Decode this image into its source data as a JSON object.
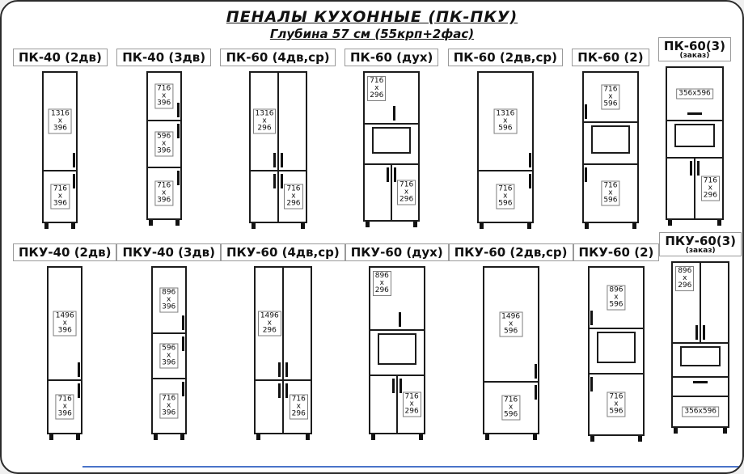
{
  "page": {
    "title": "ПЕНАЛЫ КУХОННЫЕ (ПК-ПКУ)",
    "subtitle": "Глубина 57 см (55крп+2фас)"
  },
  "colors": {
    "outline": "#1c1c1c",
    "label_border": "#9a9a9a",
    "accent_line": "#4a73c9"
  },
  "rows": [
    {
      "cabinets": [
        {
          "label": "ПК-40 (2дв)",
          "sublabel": "",
          "w": 44,
          "sections": [
            {
              "kind": "door",
              "h": 122,
              "dim": [
                "1316",
                "x",
                "396"
              ],
              "dim_pos": "c",
              "handles": [
                "rb"
              ]
            },
            {
              "kind": "door",
              "h": 62,
              "dim": [
                "716",
                "x",
                "396"
              ],
              "dim_pos": "c",
              "handles": [
                "rt"
              ]
            }
          ]
        },
        {
          "label": "ПК-40 (3дв)",
          "sublabel": "",
          "w": 44,
          "sections": [
            {
              "kind": "door",
              "h": 60,
              "dim": [
                "716",
                "x",
                "396"
              ],
              "dim_pos": "c",
              "handles": [
                "rb"
              ]
            },
            {
              "kind": "door",
              "h": 58,
              "dim": [
                "596",
                "x",
                "396"
              ],
              "dim_pos": "c",
              "handles": [
                "rt"
              ]
            },
            {
              "kind": "door",
              "h": 62,
              "dim": [
                "716",
                "x",
                "396"
              ],
              "dim_pos": "c",
              "handles": [
                "rt"
              ]
            }
          ]
        },
        {
          "label": "ПК-60 (4дв,ср)",
          "sublabel": "",
          "w": 72,
          "sections": [
            {
              "kind": "door",
              "h": 122,
              "dim": [
                "1316",
                "x",
                "296"
              ],
              "dim_pos": "l",
              "handles": [
                "cbp"
              ],
              "split": true
            },
            {
              "kind": "door",
              "h": 62,
              "dim": [
                "716",
                "x",
                "296"
              ],
              "dim_pos": "r",
              "handles": [
                "ctp"
              ],
              "split": true
            }
          ]
        },
        {
          "label": "ПК-60 (дух)",
          "sublabel": "",
          "w": 70,
          "sections": [
            {
              "kind": "door",
              "h": 64,
              "dim": [
                "716",
                "x",
                "296"
              ],
              "dim_pos": "lt",
              "handles": [
                "cb1"
              ]
            },
            {
              "kind": "niche",
              "h": 50
            },
            {
              "kind": "door",
              "h": 68,
              "dim": [
                "716",
                "x",
                "296"
              ],
              "dim_pos": "r",
              "handles": [
                "ctp"
              ],
              "split": true
            }
          ]
        },
        {
          "label": "ПК-60 (2дв,ср)",
          "sublabel": "",
          "w": 70,
          "sections": [
            {
              "kind": "door",
              "h": 122,
              "dim": [
                "1316",
                "x",
                "596"
              ],
              "dim_pos": "c",
              "handles": [
                "rb"
              ]
            },
            {
              "kind": "door",
              "h": 62,
              "dim": [
                "716",
                "x",
                "596"
              ],
              "dim_pos": "c",
              "handles": [
                "rt"
              ]
            }
          ]
        },
        {
          "label": "ПК-60 (2)",
          "sublabel": "",
          "w": 70,
          "sections": [
            {
              "kind": "door",
              "h": 62,
              "dim": [
                "716",
                "x",
                "596"
              ],
              "dim_pos": "c",
              "handles": [
                "lb"
              ]
            },
            {
              "kind": "niche",
              "h": 52
            },
            {
              "kind": "door",
              "h": 70,
              "dim": [
                "716",
                "x",
                "596"
              ],
              "dim_pos": "c",
              "handles": [
                "lt"
              ]
            }
          ]
        },
        {
          "label": "ПК-60(3)",
          "sublabel": "(заказ)",
          "w": 72,
          "sections": [
            {
              "kind": "door",
              "h": 66,
              "dim": [
                "356x596"
              ],
              "dim_pos": "c",
              "handles": [
                "hcb"
              ]
            },
            {
              "kind": "niche",
              "h": 46
            },
            {
              "kind": "door",
              "h": 74,
              "dim": [
                "716",
                "x",
                "296"
              ],
              "dim_pos": "r",
              "handles": [
                "ctp"
              ],
              "split": true
            }
          ]
        }
      ]
    },
    {
      "cabinets": [
        {
          "label": "ПКУ-40 (2дв)",
          "sublabel": "",
          "w": 44,
          "sections": [
            {
              "kind": "door",
              "h": 140,
              "dim": [
                "1496",
                "x",
                "396"
              ],
              "dim_pos": "c",
              "handles": [
                "rb"
              ]
            },
            {
              "kind": "door",
              "h": 64,
              "dim": [
                "716",
                "x",
                "396"
              ],
              "dim_pos": "c",
              "handles": [
                "rt"
              ]
            }
          ]
        },
        {
          "label": "ПКУ-40 (3дв)",
          "sublabel": "",
          "w": 44,
          "sections": [
            {
              "kind": "door",
              "h": 82,
              "dim": [
                "896",
                "x",
                "396"
              ],
              "dim_pos": "c",
              "handles": [
                "rb"
              ]
            },
            {
              "kind": "door",
              "h": 56,
              "dim": [
                "596",
                "x",
                "396"
              ],
              "dim_pos": "c",
              "handles": [
                "rt"
              ]
            },
            {
              "kind": "door",
              "h": 66,
              "dim": [
                "716",
                "x",
                "396"
              ],
              "dim_pos": "c",
              "handles": [
                "rt"
              ]
            }
          ]
        },
        {
          "label": "ПКУ-60 (4дв,ср)",
          "sublabel": "",
          "w": 72,
          "sections": [
            {
              "kind": "door",
              "h": 140,
              "dim": [
                "1496",
                "x",
                "296"
              ],
              "dim_pos": "l",
              "handles": [
                "cbp"
              ],
              "split": true
            },
            {
              "kind": "door",
              "h": 64,
              "dim": [
                "716",
                "x",
                "296"
              ],
              "dim_pos": "r",
              "handles": [
                "ctp"
              ],
              "split": true
            }
          ]
        },
        {
          "label": "ПКУ-60 (дух)",
          "sublabel": "",
          "w": 70,
          "sections": [
            {
              "kind": "door",
              "h": 78,
              "dim": [
                "896",
                "x",
                "296"
              ],
              "dim_pos": "lt",
              "handles": [
                "cb1"
              ]
            },
            {
              "kind": "niche",
              "h": 56
            },
            {
              "kind": "door",
              "h": 70,
              "dim": [
                "716",
                "x",
                "296"
              ],
              "dim_pos": "r",
              "handles": [
                "ctp"
              ],
              "split": true
            }
          ]
        },
        {
          "label": "ПКУ-60 (2дв,ср)",
          "sublabel": "",
          "w": 70,
          "sections": [
            {
              "kind": "door",
              "h": 142,
              "dim": [
                "1496",
                "x",
                "596"
              ],
              "dim_pos": "c",
              "handles": [
                "rb"
              ]
            },
            {
              "kind": "door",
              "h": 62,
              "dim": [
                "716",
                "x",
                "596"
              ],
              "dim_pos": "c",
              "handles": [
                "rt"
              ]
            }
          ]
        },
        {
          "label": "ПКУ-60 (2)",
          "sublabel": "",
          "w": 70,
          "sections": [
            {
              "kind": "door",
              "h": 76,
              "dim": [
                "896",
                "x",
                "596"
              ],
              "dim_pos": "c",
              "handles": [
                "lb"
              ]
            },
            {
              "kind": "niche",
              "h": 56
            },
            {
              "kind": "door",
              "h": 74,
              "dim": [
                "716",
                "x",
                "596"
              ],
              "dim_pos": "c",
              "handles": [
                "lt"
              ]
            }
          ]
        },
        {
          "label": "ПКУ-60(3)",
          "sublabel": "(заказ)",
          "w": 72,
          "sections": [
            {
              "kind": "door",
              "h": 100,
              "dim": [
                "896",
                "x",
                "296"
              ],
              "dim_pos": "lt",
              "handles": [
                "cbp"
              ],
              "split": true
            },
            {
              "kind": "niche",
              "h": 42
            },
            {
              "kind": "drawer",
              "h": 24,
              "handles": [
                "hct"
              ]
            },
            {
              "kind": "drawer",
              "h": 36,
              "dim": [
                "356x596"
              ],
              "dim_pos": "c"
            }
          ]
        }
      ]
    }
  ]
}
